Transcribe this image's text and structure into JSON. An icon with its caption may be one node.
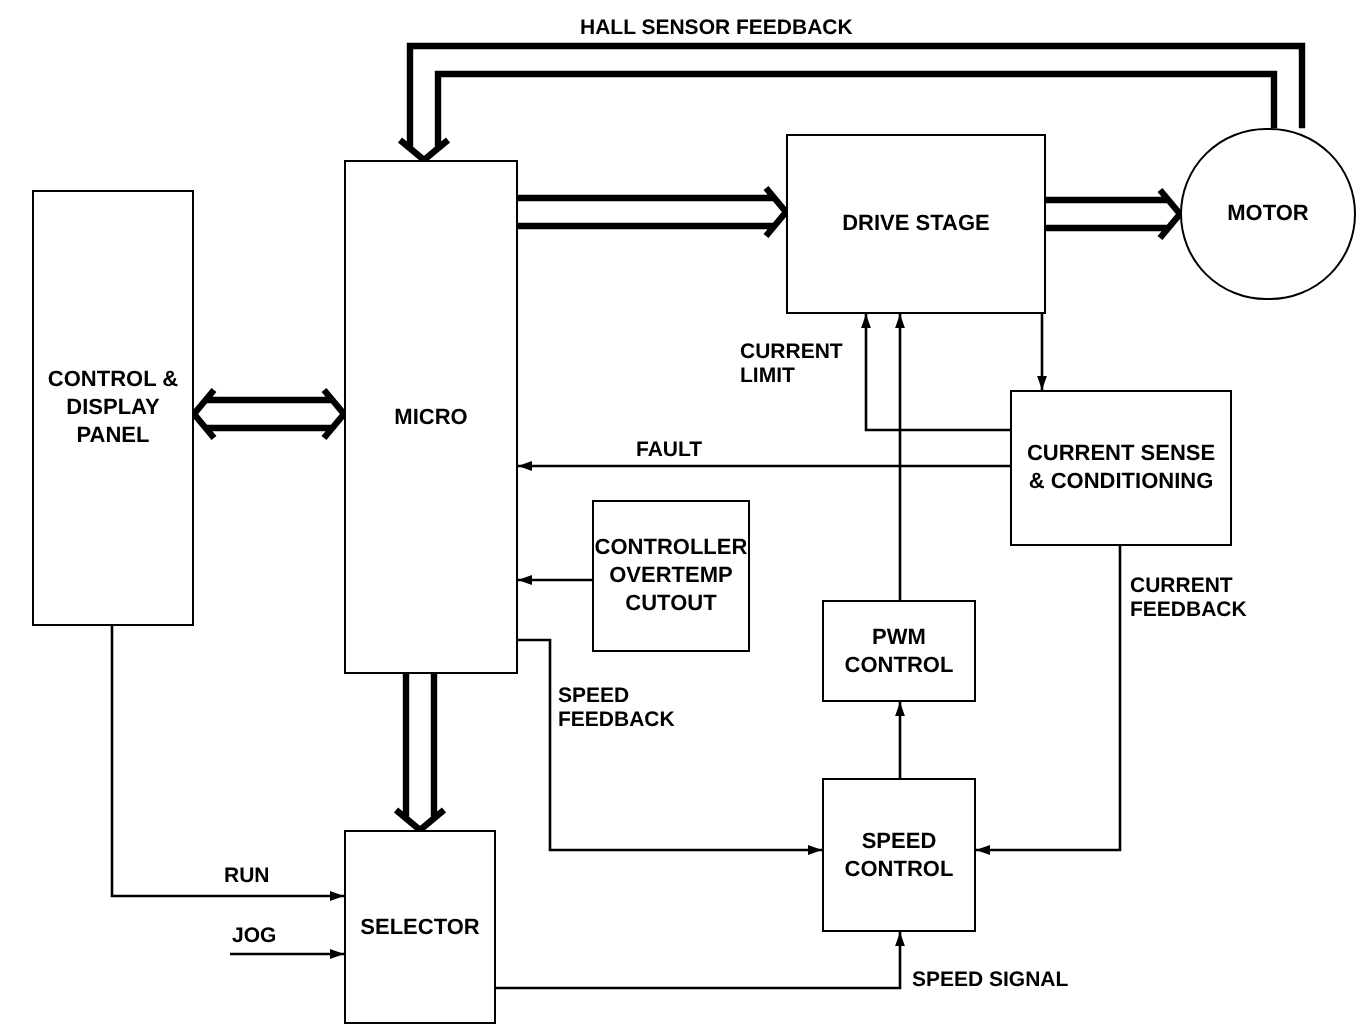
{
  "diagram": {
    "nodes": [
      {
        "text": [
          "CONTROL & DISPLAY PANEL"
        ]
      },
      {
        "text": [
          "MICRO"
        ]
      },
      {
        "text": [
          "DRIVE STAGE"
        ]
      },
      {
        "text": [
          "MOTOR"
        ]
      },
      {
        "text": [
          "CURRENT SENSE & CONDITIONING"
        ]
      },
      {
        "text": [
          "CONTROLLER OVERTEMP CUTOUT"
        ]
      },
      {
        "text": [
          "PWM CONTROL"
        ]
      },
      {
        "text": [
          "SPEED CONTROL"
        ]
      },
      {
        "text": [
          "SELECTOR"
        ]
      }
    ],
    "edges": [
      {
        "from": 0,
        "to": 1,
        "arrow": "both",
        "style": "thick"
      },
      {
        "from": 1,
        "to": 2,
        "arrow": "to",
        "style": "thick"
      },
      {
        "from": 2,
        "to": 3,
        "arrow": "to",
        "style": "thick"
      },
      {
        "from": 3,
        "to": 1,
        "arrow": "to",
        "style": "thick",
        "label": "HALL SENSOR FEEDBACK"
      },
      {
        "from": 1,
        "to": 8,
        "arrow": "to",
        "style": "thick"
      },
      {
        "from": 4,
        "to": 2,
        "arrow": "to",
        "label": "CURRENT LIMIT"
      },
      {
        "from": 6,
        "to": 2,
        "arrow": "to"
      },
      {
        "from": 2,
        "to": 4,
        "arrow": "to"
      },
      {
        "from": 4,
        "to": 1,
        "arrow": "to",
        "label": "FAULT"
      },
      {
        "from": 5,
        "to": 1,
        "arrow": "to"
      },
      {
        "from": 1,
        "to": 7,
        "arrow": "to",
        "label": "SPEED FEEDBACK"
      },
      {
        "from": 4,
        "to": 7,
        "arrow": "to",
        "label": "CURRENT FEEDBACK"
      },
      {
        "from": 7,
        "to": 6,
        "arrow": "to"
      },
      {
        "from": 0,
        "to": 8,
        "arrow": "to",
        "label": "RUN"
      },
      {
        "from": null,
        "to": 8,
        "arrow": "to",
        "label": "JOG"
      },
      {
        "from": 8,
        "to": 7,
        "arrow": "to",
        "label": "SPEED SIGNAL"
      }
    ]
  }
}
